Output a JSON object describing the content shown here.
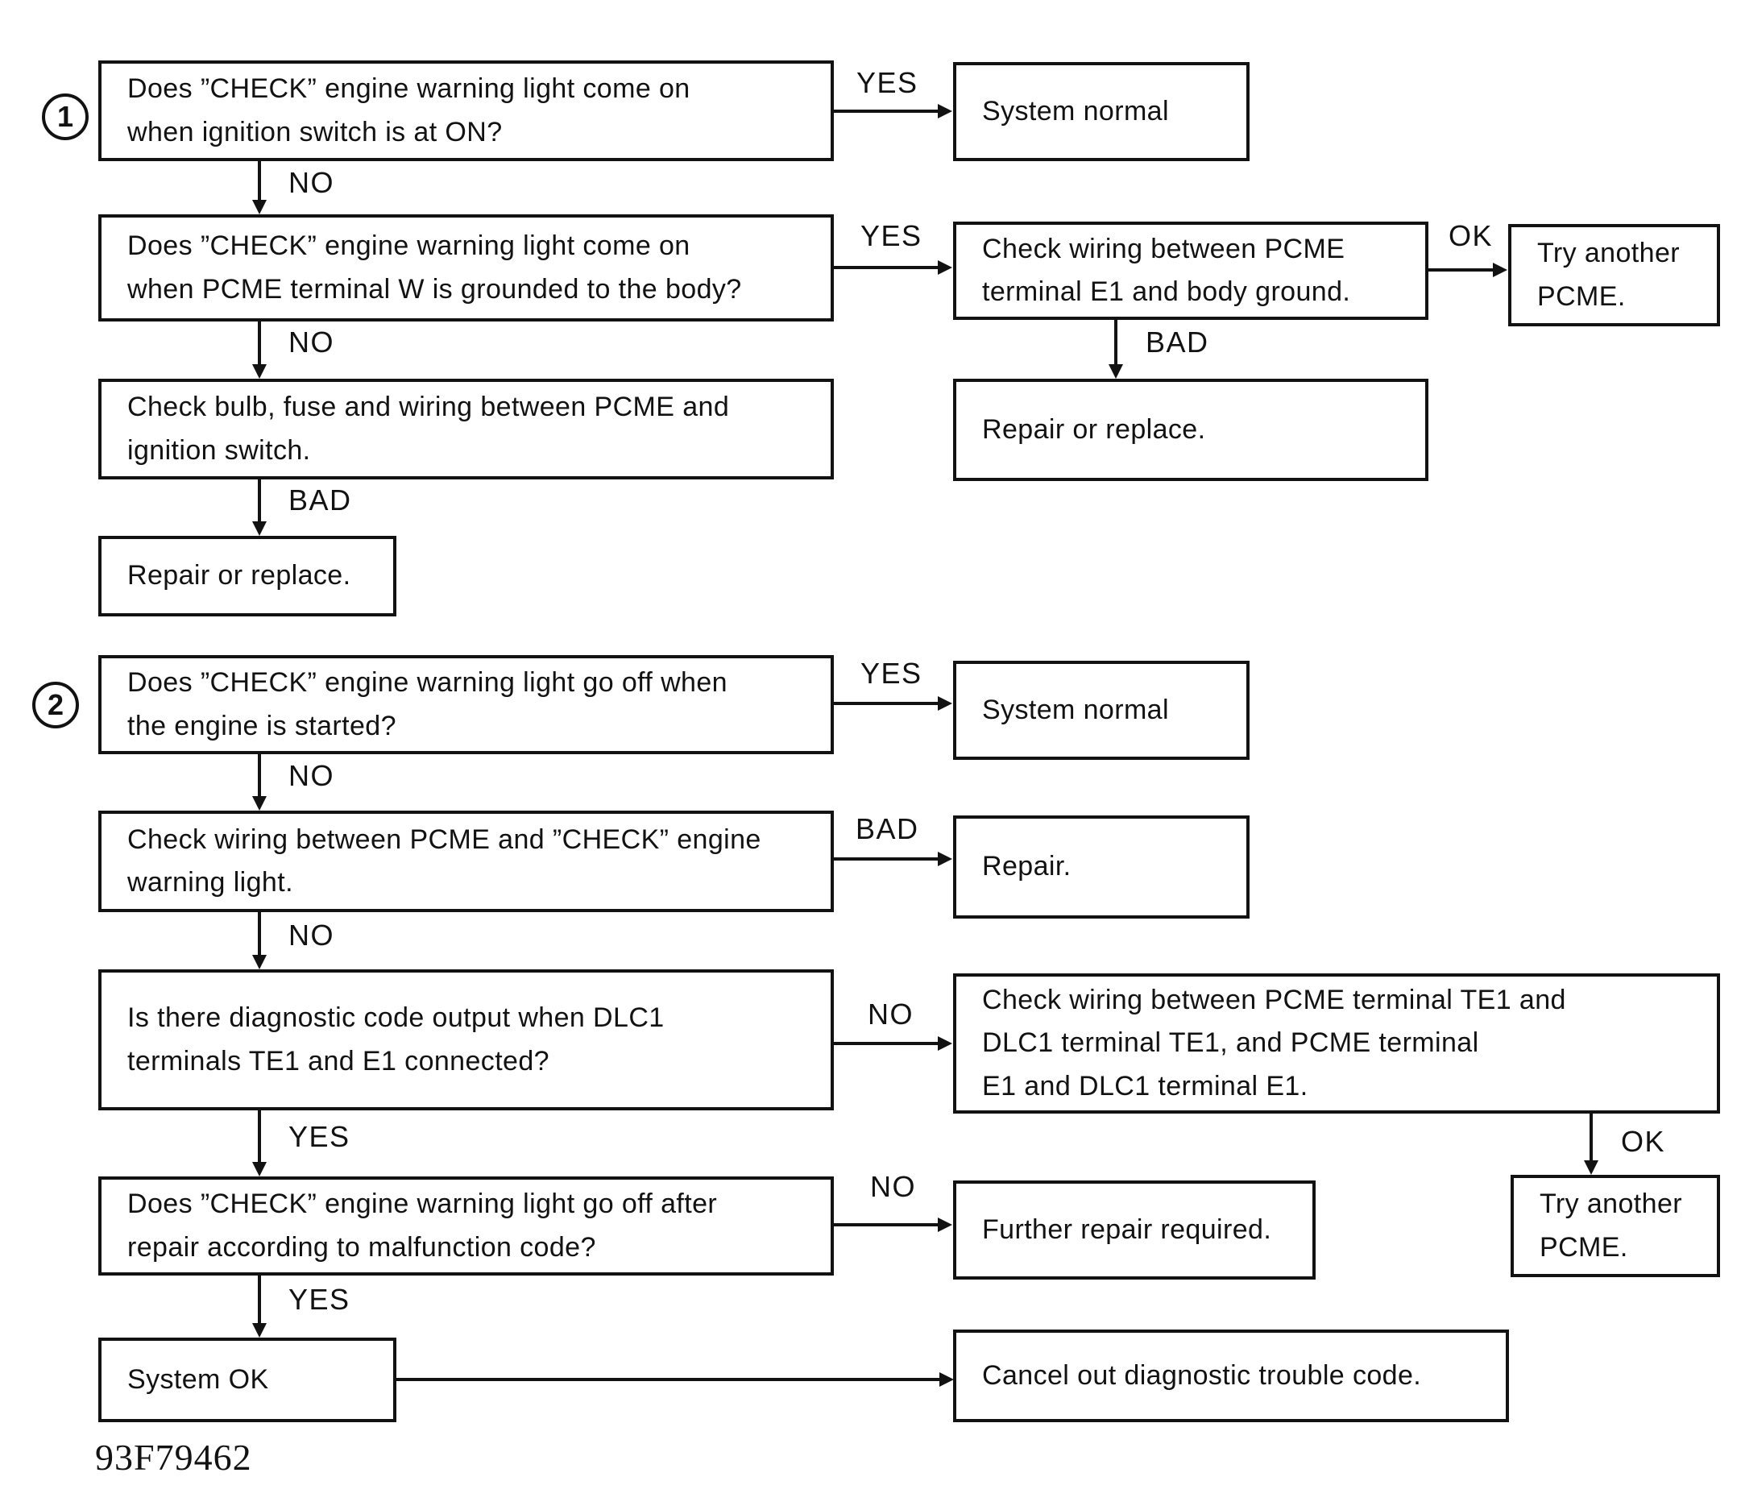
{
  "figure_code": "93F79462",
  "steps": {
    "one": "1",
    "two": "2"
  },
  "labels": {
    "yes": "YES",
    "no": "NO",
    "bad": "BAD",
    "ok": "OK"
  },
  "nodes": {
    "q1": [
      "Does ”CHECK” engine warning light come on",
      "when ignition switch is at ON?"
    ],
    "system_normal_1": [
      "System normal"
    ],
    "q2": [
      "Does ”CHECK” engine warning light come on",
      "when PCME terminal W is grounded to the body?"
    ],
    "check_wiring_e1": [
      "Check wiring between PCME",
      "terminal E1 and body ground."
    ],
    "try_another_pcme_1": [
      "Try another",
      "PCME."
    ],
    "repair_or_replace_right": [
      "Repair or replace."
    ],
    "check_bulb": [
      "Check bulb, fuse and wiring between PCME and",
      "ignition switch."
    ],
    "repair_or_replace_left": [
      "Repair or replace."
    ],
    "q3": [
      "Does ”CHECK” engine warning light go off when",
      "the engine is started?"
    ],
    "system_normal_2": [
      "System normal"
    ],
    "check_wiring_light": [
      "Check wiring between PCME and ”CHECK” engine",
      "warning light."
    ],
    "repair": [
      "Repair."
    ],
    "q4": [
      "Is there diagnostic code output when DLC1",
      "terminals TE1 and E1 connected?"
    ],
    "check_wiring_te1": [
      "Check wiring between PCME terminal TE1 and",
      "DLC1 terminal TE1, and PCME terminal",
      "E1 and DLC1 terminal E1."
    ],
    "q5": [
      "Does ”CHECK” engine warning light go off after",
      "repair according to malfunction code?"
    ],
    "further_repair": [
      "Further repair required."
    ],
    "try_another_pcme_2": [
      "Try another",
      "PCME."
    ],
    "system_ok": [
      "System OK"
    ],
    "cancel_code": [
      "Cancel out diagnostic trouble code."
    ]
  }
}
